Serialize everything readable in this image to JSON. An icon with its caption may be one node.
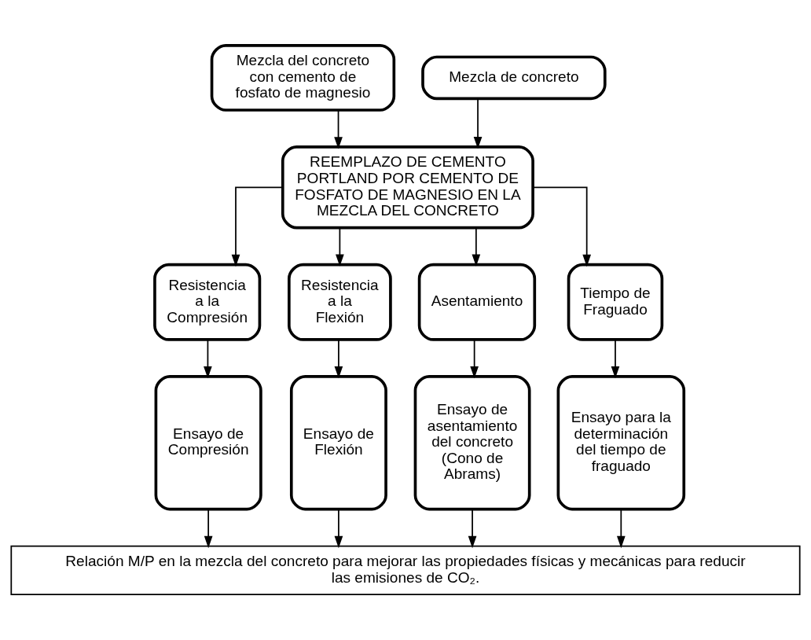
{
  "diagram": {
    "nodes": [
      {
        "text": [
          "Mezcla del concreto con cemento de fosfato de magnesio"
        ]
      },
      {
        "text": [
          "Mezcla de concreto"
        ]
      },
      {
        "text": [
          "REEMPLAZO DE CEMENTO PORTLAND POR CEMENTO DE FOSFATO DE MAGNESIO EN LA MEZCLA DEL CONCRETO"
        ]
      },
      {
        "text": [
          "Resistencia a la Compresión"
        ]
      },
      {
        "text": [
          "Resistencia a la Flexión"
        ]
      },
      {
        "text": [
          "Asentamiento"
        ]
      },
      {
        "text": [
          "Tiempo de Fraguado"
        ]
      },
      {
        "text": [
          "Ensayo de Compresión"
        ]
      },
      {
        "text": [
          "Ensayo de Flexión"
        ]
      },
      {
        "text": [
          "Ensayo de asentamiento del concreto (Cono de Abrams)"
        ]
      },
      {
        "text": [
          "Ensayo para la determinación del tiempo de fraguado"
        ]
      },
      {
        "text": [
          "Relación M/P en la mezcla del concreto para mejorar las propiedades físicas y mecánicas para reducir las emisiones de CO₂."
        ]
      }
    ],
    "edges": [
      {
        "from": 0,
        "to": 2,
        "arrow": "to"
      },
      {
        "from": 1,
        "to": 2,
        "arrow": "to"
      },
      {
        "from": 2,
        "to": 3,
        "arrow": "to"
      },
      {
        "from": 2,
        "to": 4,
        "arrow": "to"
      },
      {
        "from": 2,
        "to": 5,
        "arrow": "to"
      },
      {
        "from": 2,
        "to": 6,
        "arrow": "to"
      },
      {
        "from": 3,
        "to": 7,
        "arrow": "to"
      },
      {
        "from": 4,
        "to": 8,
        "arrow": "to"
      },
      {
        "from": 5,
        "to": 9,
        "arrow": "to"
      },
      {
        "from": 6,
        "to": 10,
        "arrow": "to"
      },
      {
        "from": 7,
        "to": 11,
        "arrow": "to"
      },
      {
        "from": 8,
        "to": 11,
        "arrow": "to"
      },
      {
        "from": 9,
        "to": 11,
        "arrow": "to"
      },
      {
        "from": 10,
        "to": 11,
        "arrow": "to"
      }
    ]
  }
}
